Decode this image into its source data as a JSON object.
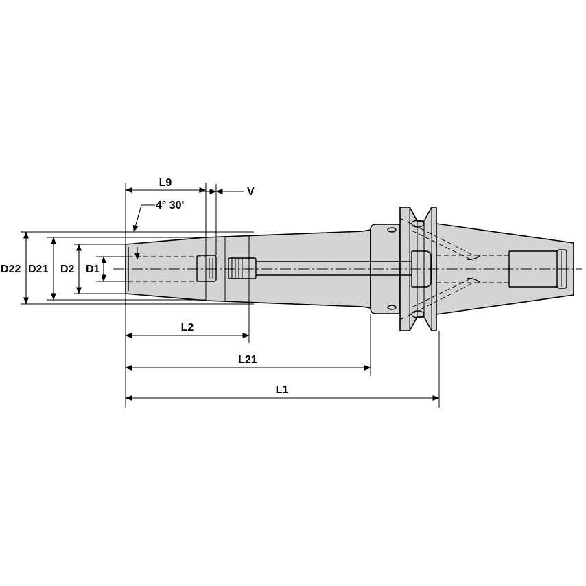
{
  "labels": {
    "l9": "L9",
    "v": "V",
    "angle": "4° 30'",
    "d22": "D22",
    "d21": "D21",
    "d2": "D2",
    "d1": "D1",
    "l2": "L2",
    "l21": "L21",
    "l1": "L1"
  }
}
